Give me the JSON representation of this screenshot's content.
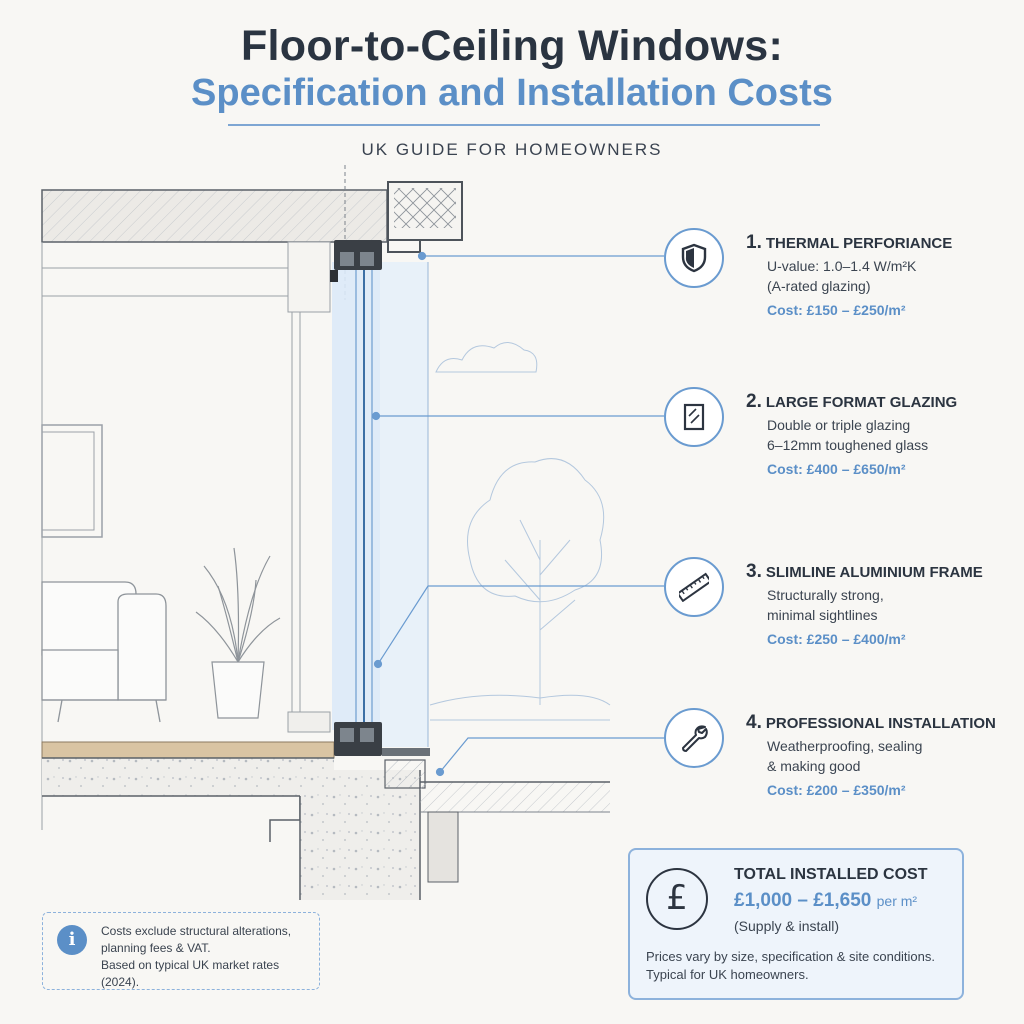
{
  "header": {
    "title_line1": "Floor-to-Ceiling Windows:",
    "title_line2": "Specification and Installation Costs",
    "subtitle": "UK GUIDE FOR HOMEOWNERS"
  },
  "callouts": [
    {
      "number": "1.",
      "title": "THERMAL PERFORIANCE",
      "line1": "U-value: 1.0–1.4 W/m²K",
      "line2": "(A-rated glazing)",
      "cost": "Cost: £150 – £250/m²",
      "icon": "shield-icon"
    },
    {
      "number": "2.",
      "title": "LARGE FORMAT GLAZING",
      "line1": "Double or triple glazing",
      "line2": "6–12mm toughened glass",
      "cost": "Cost: £400 – £650/m²",
      "icon": "glass-pane-icon"
    },
    {
      "number": "3.",
      "title": "SLIMLINE ALUMINIUM FRAME",
      "line1": "Structurally strong,",
      "line2": "minimal sightlines",
      "cost": "Cost: £250 – £400/m²",
      "icon": "ruler-icon"
    },
    {
      "number": "4.",
      "title": "PROFESSIONAL INSTALLATION",
      "line1": "Weatherproofing, sealing",
      "line2": "& making good",
      "cost": "Cost: £200 – £350/m²",
      "icon": "wrench-icon"
    }
  ],
  "total": {
    "title": "TOTAL INSTALLED COST",
    "value": "£1,000 – £1,650",
    "unit": "per m²",
    "sub": "(Supply & install)",
    "note_line1": "Prices vary by size, specification & site conditions.",
    "note_line2": "Typical for UK homeowners.",
    "icon": "pound-icon",
    "symbol": "£"
  },
  "note": {
    "line1": "Costs exclude structural alterations,",
    "line2": "planning fees & VAT.",
    "line3": "Based on typical UK market rates (2024).",
    "icon": "info-icon",
    "symbol": "i"
  },
  "colors": {
    "accent": "#5b8fc7",
    "ink": "#2a3441",
    "glass": "#dbe9f8"
  }
}
